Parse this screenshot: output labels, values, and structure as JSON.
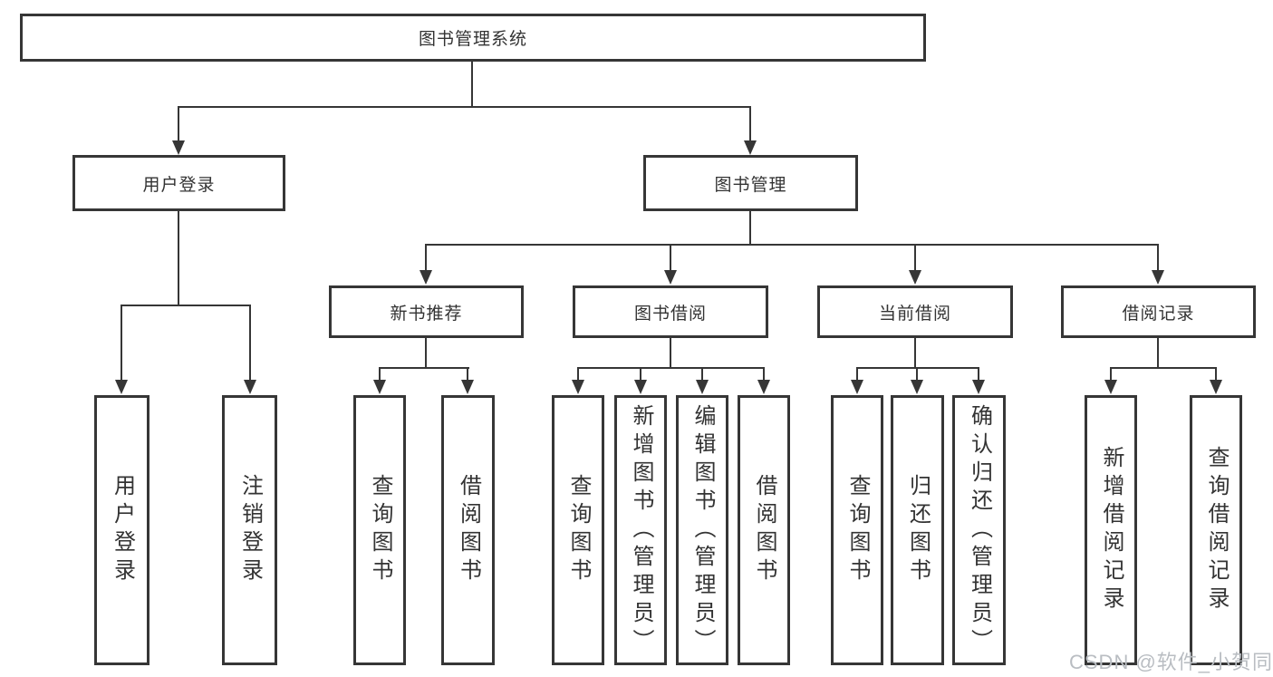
{
  "colors": {
    "line": "#363636",
    "box_border": "#363636",
    "text": "#333333",
    "background": "#ffffff",
    "watermark": "#b9bdc2"
  },
  "diagram": {
    "title": "图书管理系统",
    "level2": [
      "用户登录",
      "图书管理"
    ],
    "level3": [
      "新书推荐",
      "图书借阅",
      "当前借阅",
      "借阅记录"
    ],
    "leaves": {
      "user_login": [
        "用户登录",
        "注销登录"
      ],
      "new_book_recommend": [
        "查询图书",
        "借阅图书"
      ],
      "book_borrow": [
        "查询图书",
        "新增图书（管理员）",
        "编辑图书（管理员）",
        "借阅图书"
      ],
      "current_borrow": [
        "查询图书",
        "归还图书",
        "确认归还（管理员）"
      ],
      "borrow_records": [
        "新增借阅记录",
        "查询借阅记录"
      ]
    }
  },
  "watermark": {
    "text": "CSDN @软件_小贺同学"
  }
}
